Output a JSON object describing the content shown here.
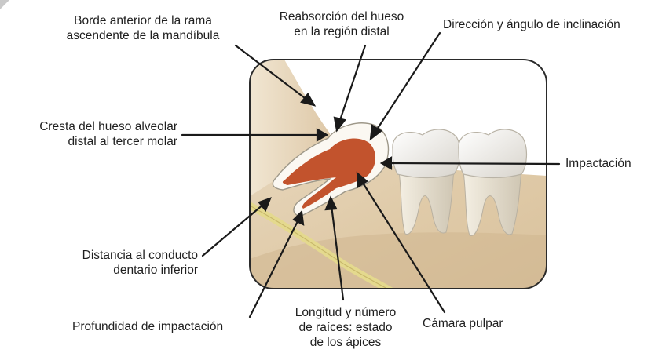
{
  "labels": {
    "borde_anterior": [
      "Borde anterior de la rama",
      "ascendente de la mandíbula"
    ],
    "reabsorcion": [
      "Reabsorción del hueso",
      "en la región distal"
    ],
    "direccion": [
      "Dirección y ángulo de inclinación"
    ],
    "cresta": [
      "Cresta del hueso alveolar",
      "distal al tercer molar"
    ],
    "impactacion": [
      "Impactación"
    ],
    "distancia": [
      "Distancia al conducto",
      "dentario inferior"
    ],
    "profundidad": [
      "Profundidad de impactación"
    ],
    "longitud": [
      "Longitud y número",
      "de raíces: estado",
      "de los ápices"
    ],
    "camara": [
      "Cámara pulpar"
    ]
  }
}
